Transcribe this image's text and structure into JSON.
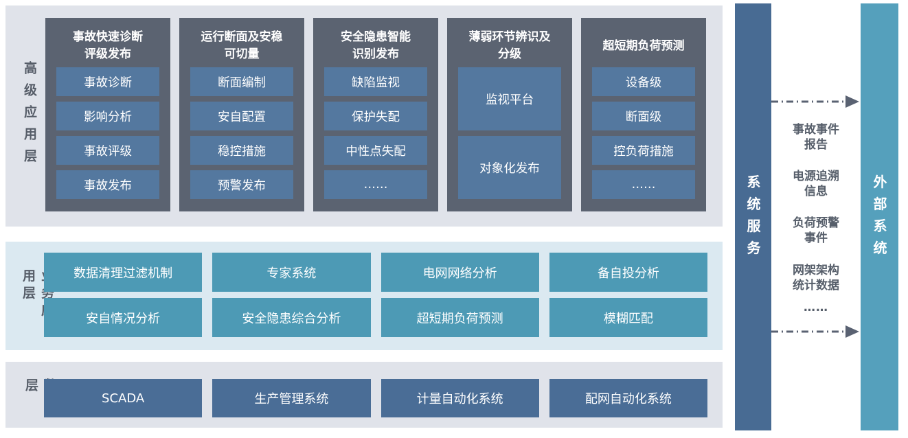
{
  "layers": {
    "advanced": {
      "label": "高级应用层",
      "columns": [
        {
          "title": "事故快速诊断\n评级发布",
          "items": [
            "事故诊断",
            "影响分析",
            "事故评级",
            "事故发布"
          ]
        },
        {
          "title": "运行断面及安稳\n可切量",
          "items": [
            "断面编制",
            "安自配置",
            "稳控措施",
            "预警发布"
          ]
        },
        {
          "title": "安全隐患智能\n识别发布",
          "items": [
            "缺陷监视",
            "保护失配",
            "中性点失配",
            "……"
          ]
        },
        {
          "title": "薄弱环节辨识及\n分级",
          "items": [
            "监视平台",
            "对象化发布"
          ]
        },
        {
          "title": "超短期负荷预测",
          "items": [
            "设备级",
            "断面级",
            "控负荷措施",
            "……"
          ]
        }
      ]
    },
    "business": {
      "label": "业务应用层",
      "items": [
        "数据清理过滤机制",
        "专家系统",
        "电网网络分析",
        "备自投分析",
        "安自情况分析",
        "安全隐患综合分析",
        "超短期负荷预测",
        "模糊匹配"
      ]
    },
    "data": {
      "label": "数据层",
      "items": [
        "SCADA",
        "生产管理系统",
        "计量自动化系统",
        "配网自动化系统"
      ]
    }
  },
  "right": {
    "service_bar_label": "系统服务",
    "external_bar_label": "外部系统",
    "outputs": [
      "事故事件\n报告",
      "电源追溯\n信息",
      "负荷预警\n事件",
      "网架架构\n统计数据",
      "……"
    ]
  },
  "colors": {
    "column_bg": "#5b6371",
    "item_bg": "#54789f",
    "teal_bg": "#4d9ab5",
    "data_bg": "#4a6d96",
    "band_advanced_bg": "#e0e3ea",
    "band_business_bg": "#dbe9f1",
    "band_data_bg": "#e0e3ea",
    "service_bar_bg": "#486b93",
    "external_bar_bg": "#55a0bc",
    "label_color": "#565d68",
    "mid_text_color": "#565e6a",
    "arrow_color": "#5a6272",
    "box_text": "#ffffff"
  }
}
